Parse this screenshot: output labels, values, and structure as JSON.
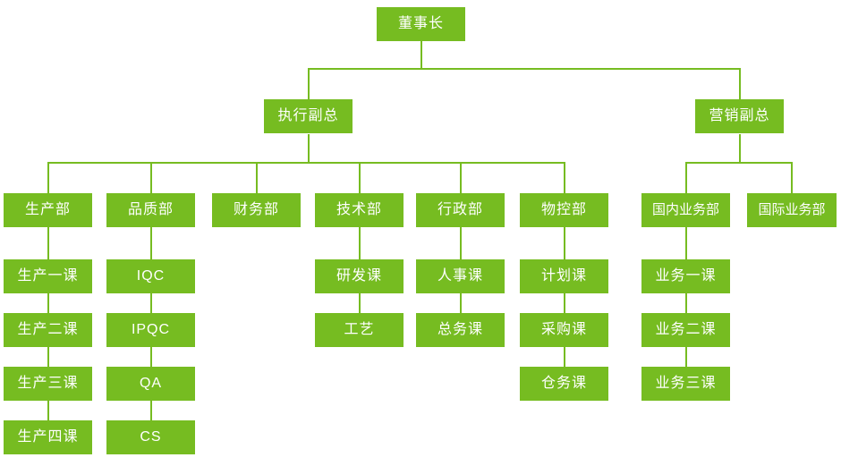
{
  "chart_data": {
    "type": "diagram",
    "title": "",
    "diagram_kind": "organizational-chart",
    "orientation": "top-down",
    "accent_color": "#76bc21",
    "node_text_color": "#ffffff",
    "background_color": "#ffffff",
    "levels": [
      {
        "level": 1,
        "labels": [
          "董事长"
        ]
      },
      {
        "level": 2,
        "labels": [
          "执行副总",
          "营销副总"
        ]
      },
      {
        "level": 3,
        "labels": [
          "生产部",
          "品质部",
          "财务部",
          "技术部",
          "行政部",
          "物控部",
          "国内业务部",
          "国际业务部"
        ]
      },
      {
        "level": 4,
        "labels": [
          "生产一课",
          "IQC",
          "研发课",
          "人事课",
          "计划课",
          "业务一课"
        ]
      },
      {
        "level": 5,
        "labels": [
          "生产二课",
          "IPQC",
          "工艺",
          "总务课",
          "采购课",
          "业务二课"
        ]
      },
      {
        "level": 6,
        "labels": [
          "生产三课",
          "QA",
          "仓务课",
          "业务三课"
        ]
      },
      {
        "level": 7,
        "labels": [
          "生产四课",
          "CS"
        ]
      }
    ],
    "edges": [
      {
        "from": "董事长",
        "to": "执行副总"
      },
      {
        "from": "董事长",
        "to": "营销副总"
      },
      {
        "from": "执行副总",
        "to": "生产部"
      },
      {
        "from": "执行副总",
        "to": "品质部"
      },
      {
        "from": "执行副总",
        "to": "财务部"
      },
      {
        "from": "执行副总",
        "to": "技术部"
      },
      {
        "from": "执行副总",
        "to": "行政部"
      },
      {
        "from": "执行副总",
        "to": "物控部"
      },
      {
        "from": "营销副总",
        "to": "国内业务部"
      },
      {
        "from": "营销副总",
        "to": "国际业务部"
      },
      {
        "from": "生产部",
        "to": "生产一课"
      },
      {
        "from": "生产一课",
        "to": "生产二课"
      },
      {
        "from": "生产二课",
        "to": "生产三课"
      },
      {
        "from": "生产三课",
        "to": "生产四课"
      },
      {
        "from": "品质部",
        "to": "IQC"
      },
      {
        "from": "IQC",
        "to": "IPQC"
      },
      {
        "from": "IPQC",
        "to": "QA"
      },
      {
        "from": "QA",
        "to": "CS"
      },
      {
        "from": "技术部",
        "to": "研发课"
      },
      {
        "from": "研发课",
        "to": "工艺"
      },
      {
        "from": "行政部",
        "to": "人事课"
      },
      {
        "from": "人事课",
        "to": "总务课"
      },
      {
        "from": "物控部",
        "to": "计划课"
      },
      {
        "from": "计划课",
        "to": "采购课"
      },
      {
        "from": "采购课",
        "to": "仓务课"
      },
      {
        "from": "国内业务部",
        "to": "业务一课"
      },
      {
        "from": "业务一课",
        "to": "业务二课"
      },
      {
        "from": "业务二课",
        "to": "业务三课"
      }
    ]
  },
  "nodes": {
    "chairman": "董事长",
    "exec_vp": "执行副总",
    "marketing_vp": "营销副总",
    "dept_production": "生产部",
    "dept_quality": "品质部",
    "dept_finance": "财务部",
    "dept_technology": "技术部",
    "dept_admin": "行政部",
    "dept_material_control": "物控部",
    "dept_domestic_sales": "国内业务部",
    "dept_international_sales": "国际业务部",
    "prod_section_1": "生产一课",
    "prod_section_2": "生产二课",
    "prod_section_3": "生产三课",
    "prod_section_4": "生产四课",
    "quality_iqc": "IQC",
    "quality_ipqc": "IPQC",
    "quality_qa": "QA",
    "quality_cs": "CS",
    "tech_rd": "研发课",
    "tech_process": "工艺",
    "admin_hr": "人事课",
    "admin_general_affairs": "总务课",
    "mc_planning": "计划课",
    "mc_purchasing": "采购课",
    "mc_warehouse": "仓务课",
    "sales_section_1": "业务一课",
    "sales_section_2": "业务二课",
    "sales_section_3": "业务三课"
  }
}
